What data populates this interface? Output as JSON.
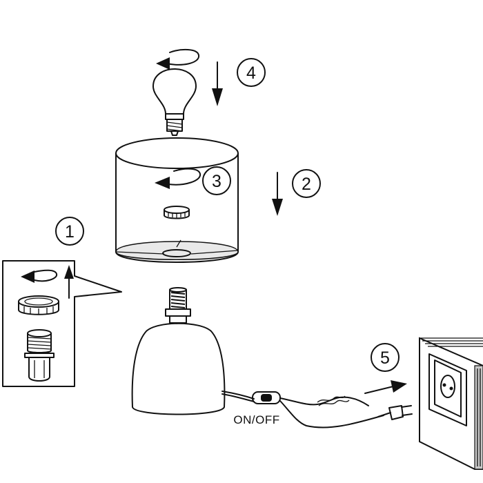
{
  "diagram": {
    "steps": [
      "1",
      "2",
      "3",
      "4",
      "5"
    ],
    "switch_label": "ON/OFF",
    "colors": {
      "line": "#111111",
      "background": "#ffffff",
      "wall": "#c8c8c8"
    }
  }
}
